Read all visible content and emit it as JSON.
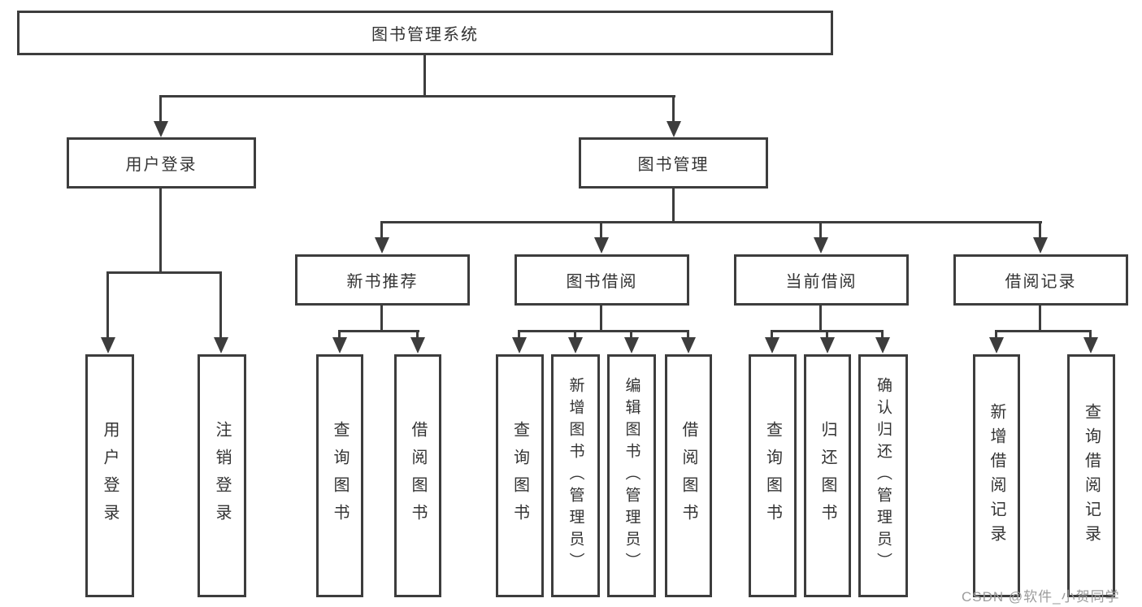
{
  "tree": {
    "label": "图书管理系统",
    "children": [
      {
        "label": "用户登录",
        "children": [
          {
            "label": "用户登录"
          },
          {
            "label": "注销登录"
          }
        ]
      },
      {
        "label": "图书管理",
        "children": [
          {
            "label": "新书推荐",
            "children": [
              {
                "label": "查询图书"
              },
              {
                "label": "借阅图书"
              }
            ]
          },
          {
            "label": "图书借阅",
            "children": [
              {
                "label": "查询图书"
              },
              {
                "label": "新增图书（管理员）"
              },
              {
                "label": "编辑图书（管理员）"
              },
              {
                "label": "借阅图书"
              }
            ]
          },
          {
            "label": "当前借阅",
            "children": [
              {
                "label": "查询图书"
              },
              {
                "label": "归还图书"
              },
              {
                "label": "确认归还（管理员）"
              }
            ]
          },
          {
            "label": "借阅记录",
            "children": [
              {
                "label": "新增借阅记录"
              },
              {
                "label": "查询借阅记录"
              }
            ]
          }
        ]
      }
    ]
  },
  "watermark": "CSDN @软件_小贺同学",
  "colors": {
    "line": "#3d3d3d",
    "text": "#333333",
    "watermark": "#9c9c9c",
    "background": "#ffffff"
  }
}
